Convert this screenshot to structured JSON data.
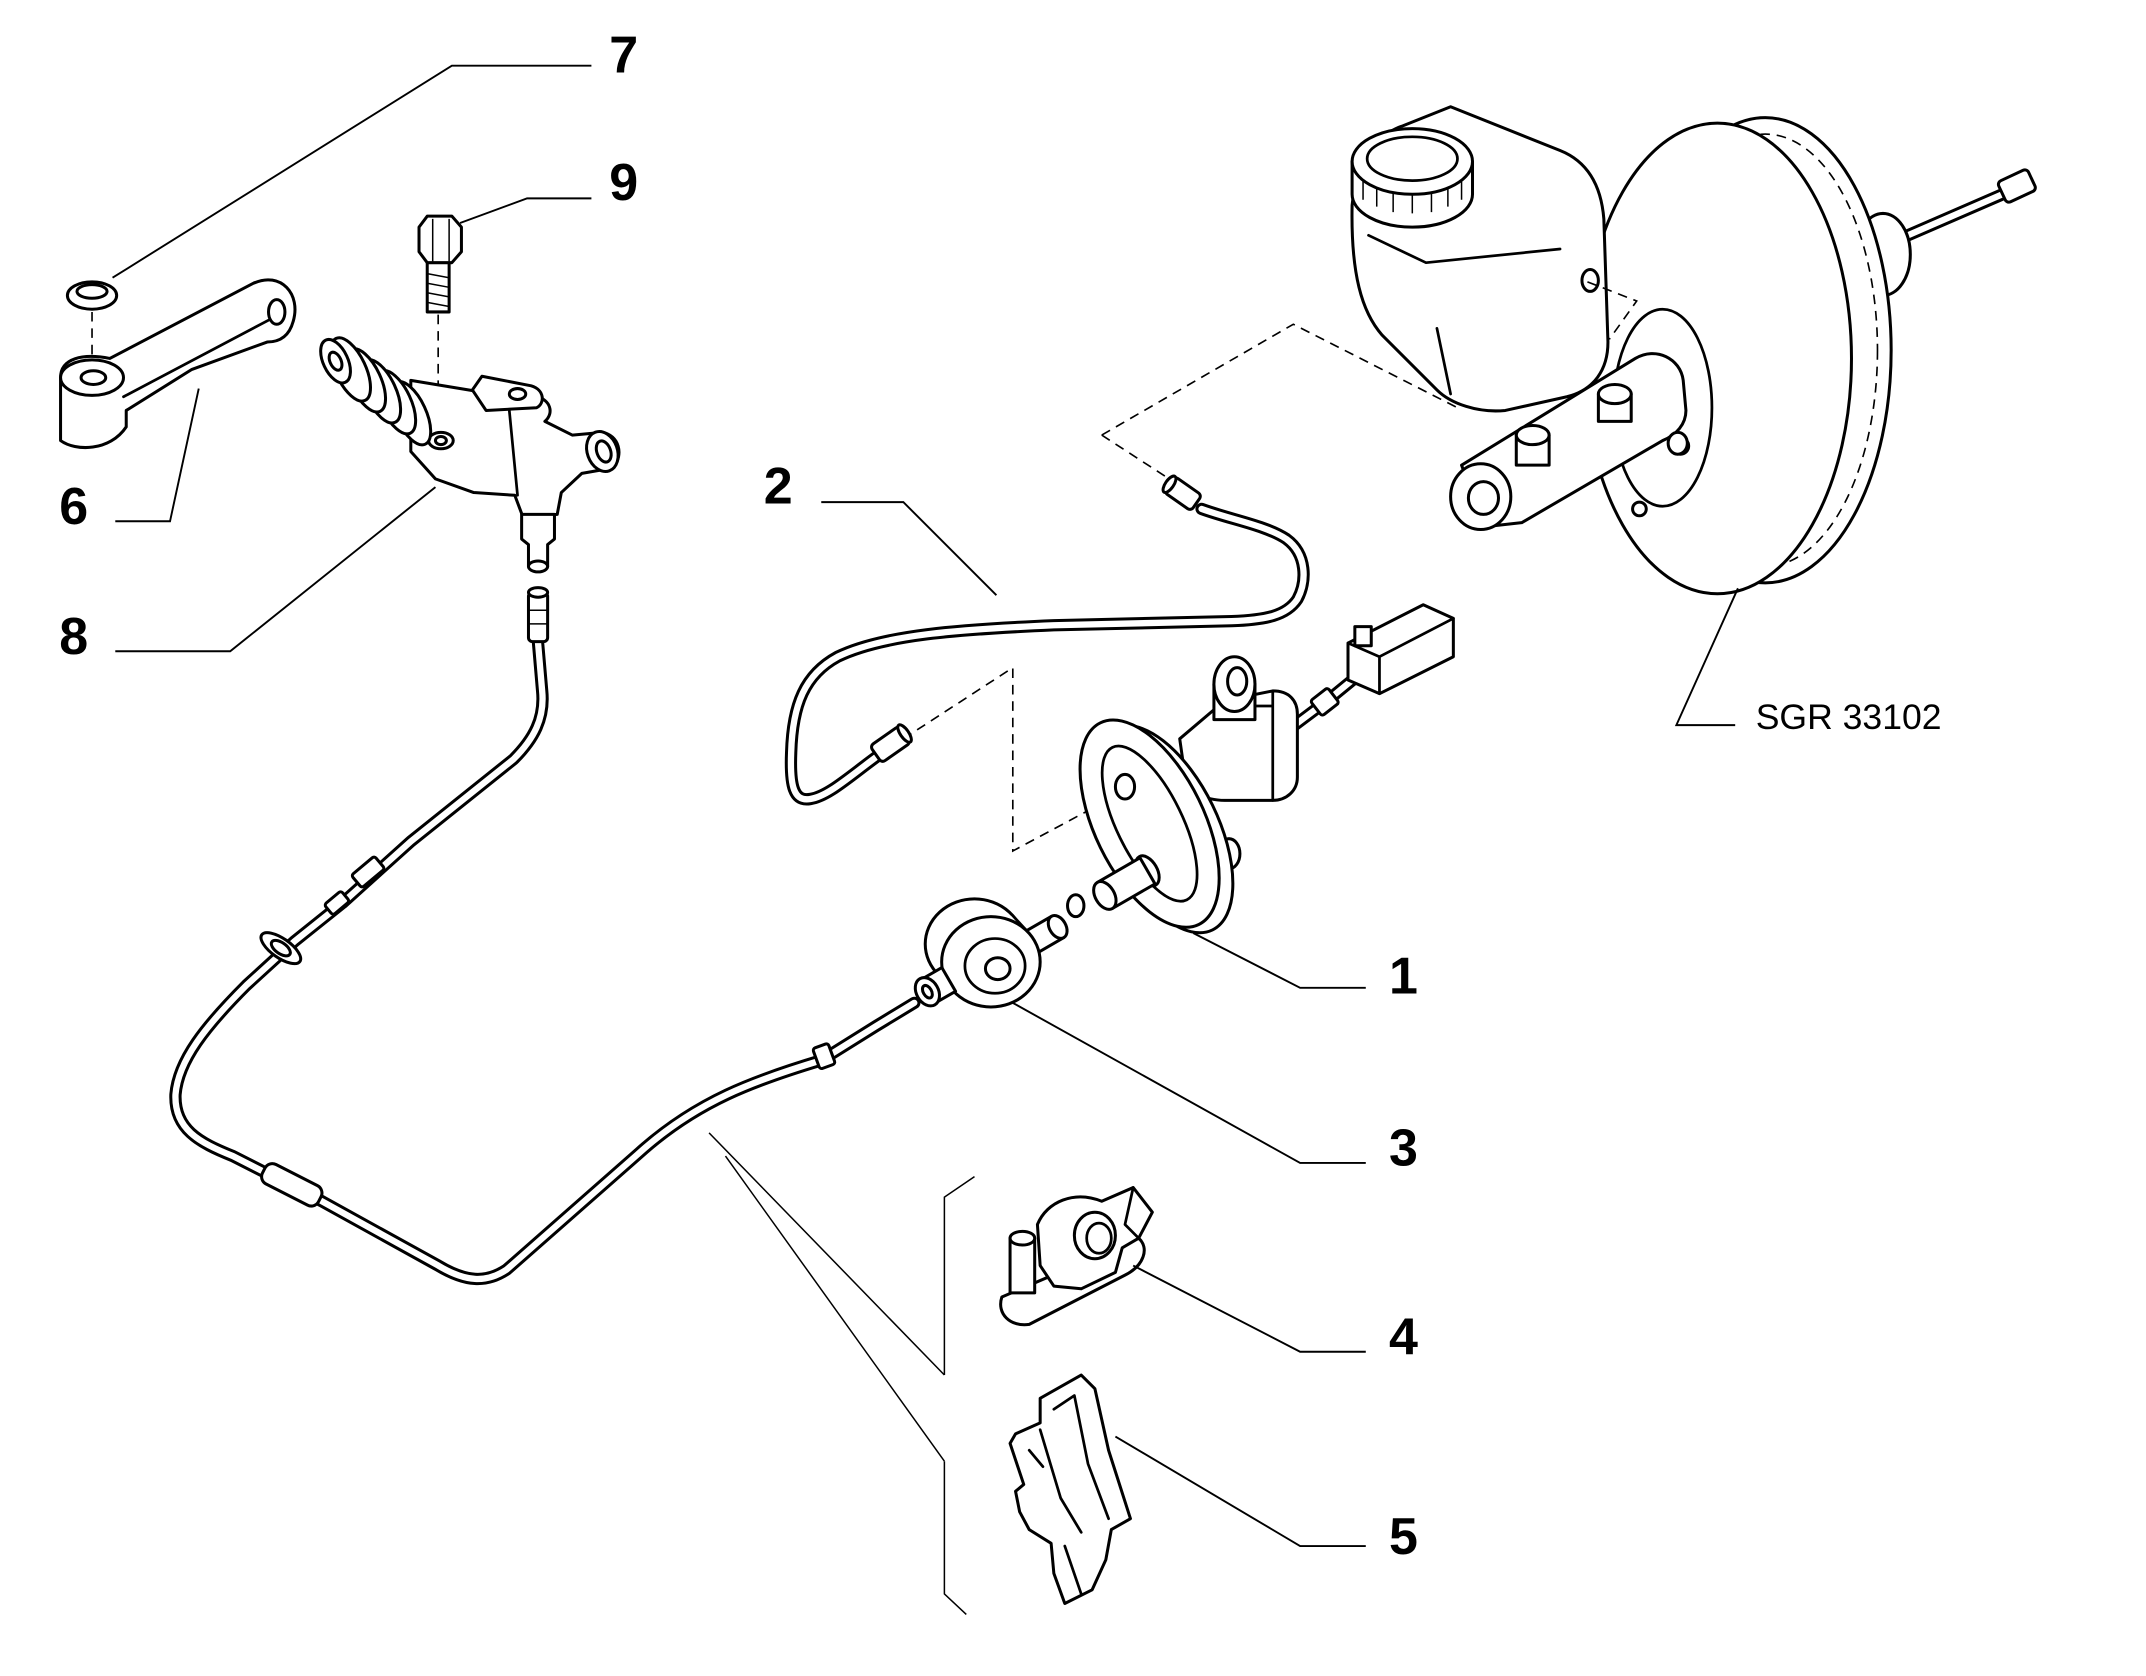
{
  "callouts": {
    "p1": "1",
    "p2": "2",
    "p3": "3",
    "p4": "4",
    "p5": "5",
    "p6": "6",
    "p7": "7",
    "p8": "8",
    "p9": "9"
  },
  "drawing_code": "SGR 33102"
}
